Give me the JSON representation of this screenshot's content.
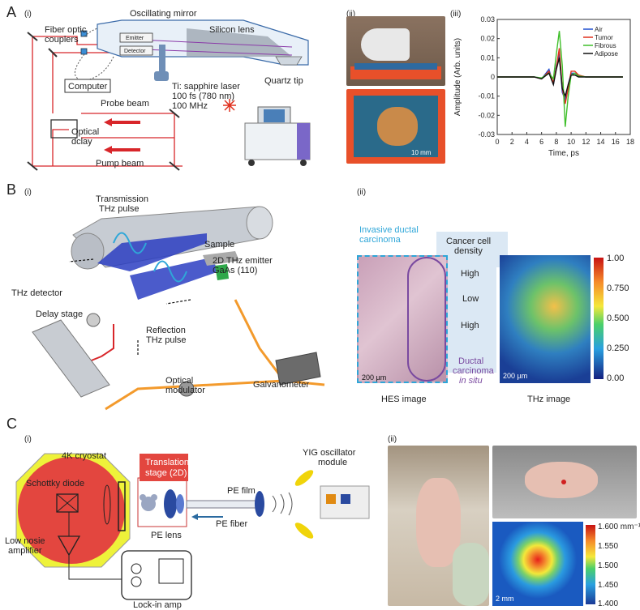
{
  "panels": {
    "A": {
      "letter": "A",
      "sub_i": "(i)",
      "sub_ii": "(ii)",
      "sub_iii": "(iii)",
      "labels": {
        "fiber_optic": "Fiber optic",
        "couplers": "couplers",
        "oscillating_mirror": "Oscillating mirror",
        "silicon_lens": "Silicon lens",
        "emitter": "Emitter",
        "detector": "Detector",
        "computer": "Computer",
        "laser_line1": "Ti: sapphire laser",
        "laser_line2": "100 fs (780 nm)",
        "laser_line3": "100 MHz",
        "quartz_tip": "Quartz tip",
        "probe_beam": "Probe beam",
        "optical": "Optical",
        "delay": "dclay",
        "pump_beam": "Pump beam",
        "scale": "10 mm"
      }
    },
    "B": {
      "letter": "B",
      "sub_i": "(i)",
      "sub_ii": "(ii)",
      "labels": {
        "transmission": "Transmission",
        "thz_pulse": "THz pulse",
        "sample": "Sample",
        "emitter_2d": "2D THz emitter",
        "gaas": "GaAs (110)",
        "thz_detector": "THz detector",
        "delay_stage": "Delay stage",
        "reflection": "Reflection",
        "reflection_pulse": "THz pulse",
        "optical_mod1": "Optical",
        "optical_mod2": "modulator",
        "galvanometer": "Galvanometer",
        "invasive1": "Invasive ductal",
        "invasive2": "carcinoma",
        "density1": "Cancer cell",
        "density2": "density",
        "high_top": "High",
        "low": "Low",
        "high_bottom": "High",
        "ductal1": "Ductal",
        "ductal2": "carcinoma",
        "ductal3": "in situ",
        "scale_hes": "200 µm",
        "scale_thz": "200 µm",
        "hes_caption": "HES image",
        "thz_caption": "THz image",
        "colorbar_ticks": [
          "1.00",
          "0.750",
          "0.500",
          "0.250",
          "0.00"
        ]
      }
    },
    "C": {
      "letter": "C",
      "sub_i": "(i)",
      "sub_ii": "(ii)",
      "labels": {
        "cryostat": "4K cryostat",
        "schottky": "Schottky diode",
        "translation1": "Translation",
        "translation2": "stage (2D)",
        "yig1": "YIG oscillator",
        "yig2": "module",
        "pe_film": "PE film",
        "pe_fiber": "PE fiber",
        "pe_lens": "PE lens",
        "low_noise1": "Low nosie",
        "low_noise2": "amplifier",
        "lockin": "Lock-in amp",
        "scale": "2 mm",
        "colorbar_ticks": [
          "1.600 mm⁻¹",
          "1.550",
          "1.500",
          "1.450",
          "1.400"
        ]
      }
    }
  },
  "chart_data": {
    "type": "line",
    "xlabel": "Time, ps",
    "ylabel": "Amplitude (Arb. units)",
    "xlim": [
      0,
      18
    ],
    "ylim": [
      -0.03,
      0.03
    ],
    "xticks": [
      0,
      2,
      4,
      6,
      8,
      10,
      12,
      14,
      16,
      18
    ],
    "yticks": [
      0.03,
      0.02,
      0.01,
      0,
      -0.01,
      -0.02,
      -0.03
    ],
    "ytick_labels": [
      "0.03",
      "0.02",
      "0.01",
      "0",
      "-0.01",
      "-0.02",
      "-0.03"
    ],
    "grid": false,
    "legend_position": "top-right",
    "series": [
      {
        "name": "Air",
        "color": "#1f4fd1",
        "x": [
          0,
          5,
          6,
          7,
          7.6,
          8.0,
          8.4,
          8.8,
          9.2,
          9.6,
          10,
          10.5,
          11,
          12,
          13,
          15,
          17
        ],
        "y": [
          0,
          0,
          -0.001,
          0.004,
          -0.004,
          0.006,
          0.012,
          -0.008,
          -0.012,
          -0.004,
          0.002,
          0.002,
          0.0005,
          0,
          0,
          0,
          0
        ]
      },
      {
        "name": "Tumor",
        "color": "#e0301e",
        "x": [
          0,
          5,
          6,
          7,
          7.6,
          8.0,
          8.4,
          8.8,
          9.2,
          9.6,
          10,
          10.5,
          11,
          12,
          13,
          15,
          17
        ],
        "y": [
          0,
          0,
          -0.001,
          0.003,
          -0.003,
          0.005,
          0.015,
          -0.006,
          -0.014,
          -0.006,
          0.003,
          0.003,
          0.001,
          0,
          0,
          0,
          0
        ]
      },
      {
        "name": "Fibrous",
        "color": "#3fbf2a",
        "x": [
          0,
          5,
          6,
          7,
          7.6,
          8.0,
          8.4,
          8.8,
          9.2,
          9.6,
          10,
          10.5,
          11,
          12,
          13,
          15,
          17
        ],
        "y": [
          0,
          0,
          -0.0005,
          0.002,
          -0.001,
          0.012,
          0.024,
          0.006,
          -0.026,
          -0.01,
          0.001,
          0.002,
          0.0005,
          0,
          0,
          0,
          0
        ]
      },
      {
        "name": "Adipose",
        "color": "#111111",
        "x": [
          0,
          5,
          6,
          7,
          7.6,
          8.0,
          8.4,
          8.8,
          9.2,
          9.6,
          10,
          10.5,
          11,
          12,
          13,
          15,
          17
        ],
        "y": [
          0,
          0,
          -0.001,
          0.002,
          -0.004,
          0.004,
          0.01,
          -0.006,
          -0.01,
          -0.004,
          0.001,
          0.001,
          0,
          0,
          0,
          0,
          0
        ]
      }
    ]
  }
}
